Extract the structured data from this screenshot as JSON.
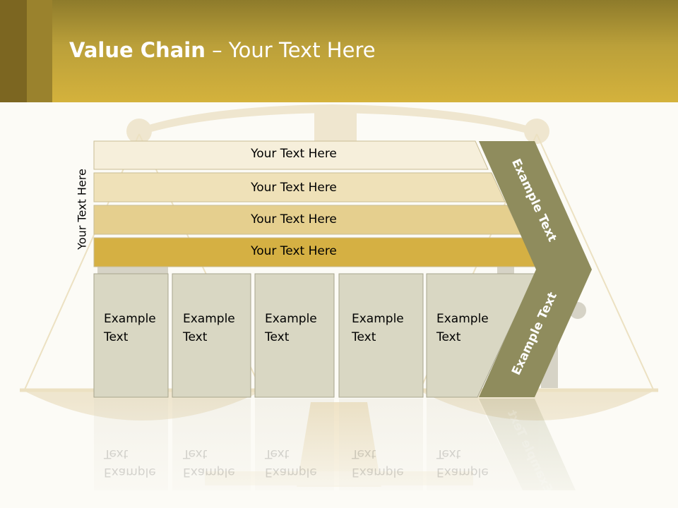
{
  "slide": {
    "title_bold": "Value Chain",
    "title_rest": " – Your Text Here",
    "vertical_label": "Your Text Here",
    "bands": [
      "Your Text Here",
      "Your Text Here",
      "Your Text Here",
      "Your Text Here"
    ],
    "boxes": [
      {
        "line1": "Example",
        "line2": "Text"
      },
      {
        "line1": "Example",
        "line2": "Text"
      },
      {
        "line1": "Example",
        "line2": "Text"
      },
      {
        "line1": "Example",
        "line2": "Text"
      },
      {
        "line1": "Example",
        "line2": "Text"
      }
    ],
    "arrow_top": "Example Text",
    "arrow_bottom": "Example Text"
  },
  "colors": {
    "header_gold": "#d4b23c",
    "band_1": "#f6efdb",
    "band_2": "#efe1b8",
    "band_3": "#e5cf8e",
    "band_4": "#d5b043",
    "box_fill": "#d9d7c3",
    "arrow_olive": "#8f8c5d"
  }
}
